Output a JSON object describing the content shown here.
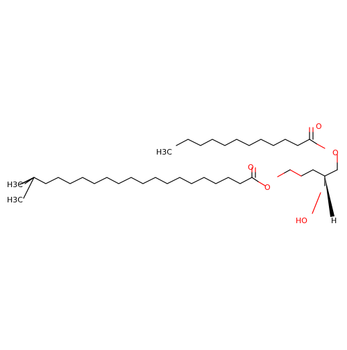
{
  "molecule": {
    "labels": {
      "methyl_top": "H3C",
      "methyl_mid": "H3C",
      "methyl_decanoyl": "H3C",
      "hydroxyl": "HO",
      "stereo_h": "H",
      "ester_o_top": "O",
      "carbonyl_o_top": "O",
      "ester_o_mid": "O",
      "carbonyl_o_mid": "O"
    },
    "colors": {
      "bond": "#000000",
      "oxygen": "#ff0000"
    }
  }
}
